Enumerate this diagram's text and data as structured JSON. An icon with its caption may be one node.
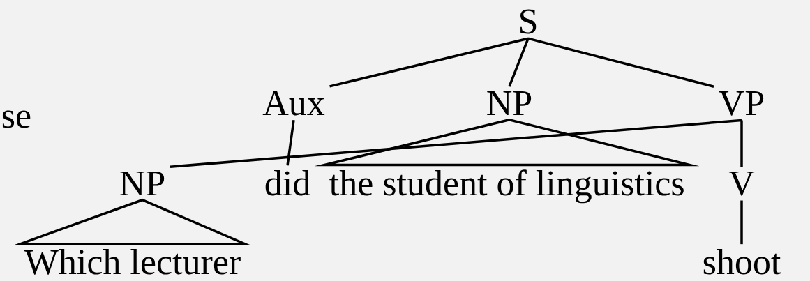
{
  "diagram": {
    "nodes": [
      {
        "text": [
          "S"
        ]
      },
      {
        "text": [
          "Aux"
        ]
      },
      {
        "text": [
          "NP"
        ]
      },
      {
        "text": [
          "VP"
        ]
      },
      {
        "text": [
          "NP"
        ]
      },
      {
        "text": [
          "did"
        ]
      },
      {
        "text": [
          "the student of linguistics"
        ]
      },
      {
        "text": [
          "V"
        ]
      },
      {
        "text": [
          "Which lecturer"
        ]
      },
      {
        "text": [
          "shoot"
        ]
      }
    ],
    "edges": [
      {
        "from": 0,
        "to": 1,
        "arrow": "none"
      },
      {
        "from": 0,
        "to": 2,
        "arrow": "none"
      },
      {
        "from": 0,
        "to": 3,
        "arrow": "none"
      },
      {
        "from": 1,
        "to": 5,
        "arrow": "none"
      },
      {
        "from": 2,
        "to": 6,
        "arrow": "none"
      },
      {
        "from": 3,
        "to": 4,
        "arrow": "none"
      },
      {
        "from": 3,
        "to": 7,
        "arrow": "none"
      },
      {
        "from": 4,
        "to": 8,
        "arrow": "none"
      },
      {
        "from": 7,
        "to": 9,
        "arrow": "none"
      }
    ],
    "labels": [
      "se"
    ]
  }
}
